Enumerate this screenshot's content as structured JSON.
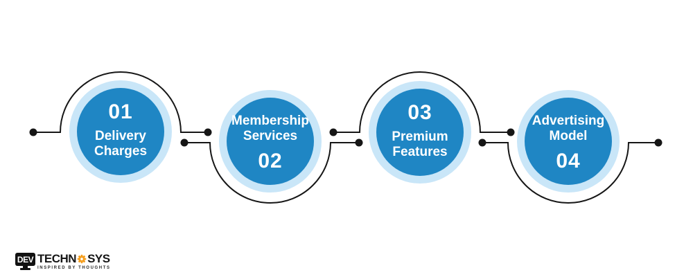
{
  "steps": [
    {
      "number": "01",
      "label": "Delivery Charges"
    },
    {
      "number": "02",
      "label": "Membership Services"
    },
    {
      "number": "03",
      "label": "Premium Features"
    },
    {
      "number": "04",
      "label": "Advertising Model"
    }
  ],
  "logo": {
    "monitor_text": "DEV",
    "name_part1": "TECHN",
    "name_part2": "SYS",
    "gear_icon": "gear-icon",
    "tagline": "INSPIRED BY THOUGHTS"
  },
  "colors": {
    "circle_fill": "#1f86c4",
    "circle_ring": "#c9e6f8",
    "connector": "#161616",
    "text_on_circle": "#ffffff",
    "logo_orange": "#f59e1d",
    "background": "#ffffff"
  }
}
